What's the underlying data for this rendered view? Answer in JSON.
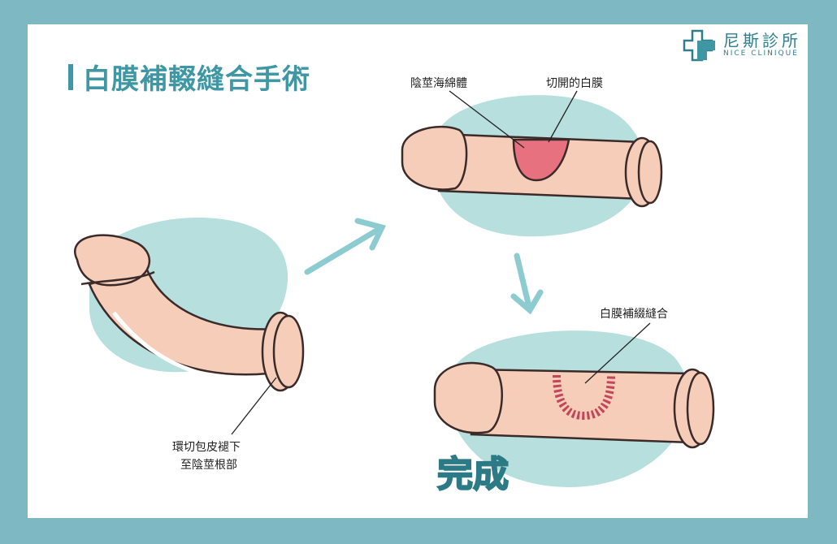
{
  "title": "白膜補輟縫合手術",
  "logo": {
    "name_cn": "尼斯診所",
    "name_en": "NICE CLINIQUE"
  },
  "labels": {
    "corpus": "陰莖海綿體",
    "incised": "切開的白膜",
    "sutured": "白膜補綴縫合",
    "incision_line1": "環切包皮褪下",
    "incision_line2": "至陰莖根部",
    "done": "完成"
  },
  "colors": {
    "frame": "#7db8c3",
    "accent": "#3f97a3",
    "skin": "#f6cdb8",
    "blob": "#b7dfdd"
  }
}
